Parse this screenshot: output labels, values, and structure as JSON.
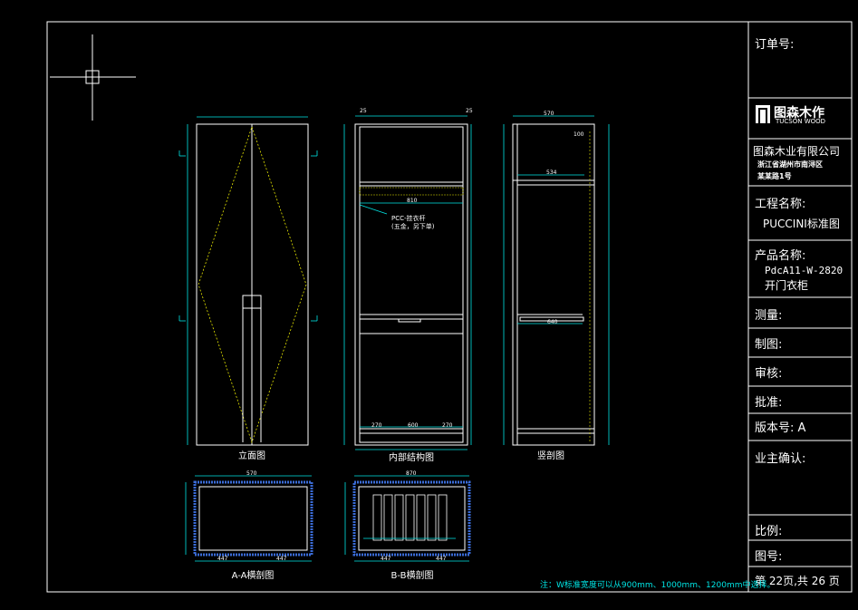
{
  "title_block": {
    "order_no_label": "订单号:",
    "logo_text": "图森木作",
    "logo_sub": "TUCSON WOOD",
    "company": "图森木业有限公司",
    "address_line1": "浙江省湖州市南浔区",
    "address_line2": "某某路1号",
    "project_label": "工程名称:",
    "project_value": "PUCCINI标准图",
    "product_label": "产品名称:",
    "product_code": "PdcA11-W-2820",
    "product_name": "开门衣柜",
    "measure_label": "测量:",
    "draw_label": "制图:",
    "review_label": "审核:",
    "approve_label": "批准:",
    "version_label": "版本号: A",
    "owner_label": "业主确认:",
    "scale_label": "比例:",
    "drawing_no_label": "图号:",
    "page_label": "第 22页,共 26 页"
  },
  "views": {
    "elevation": "立面图",
    "internal": "内部结构图",
    "section": "竖剖图",
    "aa": "A-A横剖图",
    "bb": "B-B横剖图"
  },
  "annotations": {
    "rod_label": "PCC-挂衣杆",
    "rod_note": "(五金，另下单)",
    "note": "注：W标准宽度可以从900mm、1000mm、1200mm中选择。",
    "dims_internal": [
      "810",
      "270",
      "600",
      "270",
      "25",
      "25"
    ],
    "dims_section": [
      "570",
      "100",
      "534",
      "640"
    ],
    "dims_aa": [
      "570",
      "447",
      "447"
    ],
    "dims_bb": [
      "870",
      "447",
      "447"
    ]
  },
  "colors": {
    "background": "#000000",
    "frame": "#ffffff",
    "dimension": "#00e5e5",
    "hidden_line": "#e6e600",
    "hatch": "#3a6bd6"
  }
}
